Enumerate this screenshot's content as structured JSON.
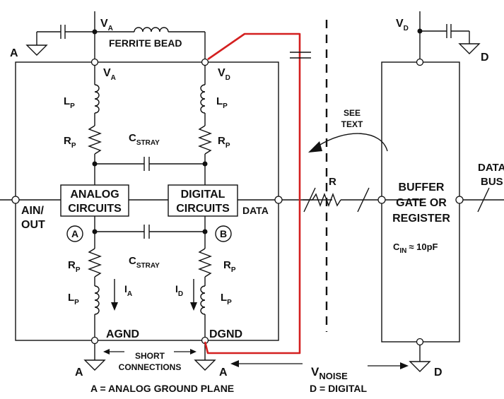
{
  "labels": {
    "va_top": "V",
    "va_top_sub": "A",
    "ferrite_bead": "FERRITE BEAD",
    "a_left": "A",
    "va_inner": "V",
    "va_inner_sub": "A",
    "vd_inner": "V",
    "vd_inner_sub": "D",
    "lp_left_top": "L",
    "lp_left_top_sub": "P",
    "lp_right_top": "L",
    "lp_right_top_sub": "P",
    "rp_left_top": "R",
    "rp_left_top_sub": "P",
    "rp_right_top": "R",
    "rp_right_top_sub": "P",
    "cstray_top": "C",
    "cstray_top_sub": "STRAY",
    "analog_box_line1": "ANALOG",
    "analog_box_line2": "CIRCUITS",
    "digital_box_line1": "DIGITAL",
    "digital_box_line2": "CIRCUITS",
    "data": "DATA",
    "ain_out_line1": "AIN/",
    "ain_out_line2": "OUT",
    "circle_a": "A",
    "circle_b": "B",
    "cstray_bottom": "C",
    "cstray_bottom_sub": "STRAY",
    "rp_left_bottom": "R",
    "rp_left_bottom_sub": "P",
    "rp_right_bottom": "R",
    "rp_right_bottom_sub": "P",
    "ia": "I",
    "ia_sub": "A",
    "id": "I",
    "id_sub": "D",
    "lp_left_bottom": "L",
    "lp_left_bottom_sub": "P",
    "lp_right_bottom": "L",
    "lp_right_bottom_sub": "P",
    "agnd": "AGND",
    "dgnd": "DGND",
    "short": "SHORT",
    "connections": "CONNECTIONS",
    "a_ground_left": "A",
    "a_ground_mid": "A",
    "vnoise": "V",
    "vnoise_sub": "NOISE",
    "d_ground_bottom": "D",
    "legend_a": "A = ANALOG GROUND PLANE",
    "legend_d": "D = DIGITAL",
    "see": "SEE",
    "text": "TEXT",
    "r": "R",
    "vd_right": "V",
    "vd_right_sub": "D",
    "d_right": "D",
    "buffer_line1": "BUFFER",
    "buffer_line2": "GATE OR",
    "buffer_line3": "REGISTER",
    "cin": "C",
    "cin_sub": "IN",
    "cin_value": "≈ 10pF",
    "data_bus_line1": "DATA",
    "data_bus_line2": "BUS"
  },
  "colors": {
    "wire": "#111111",
    "ground_loop": "#d42020"
  }
}
